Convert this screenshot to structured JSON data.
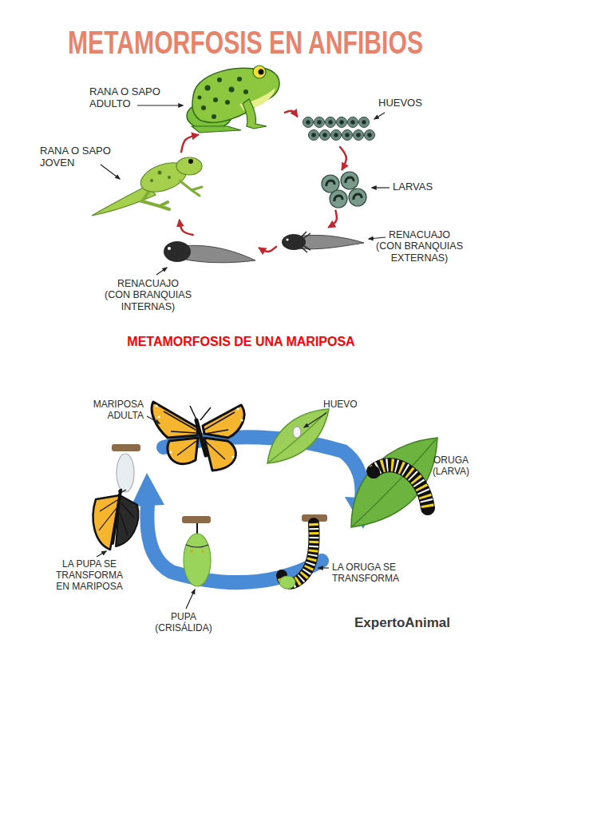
{
  "diagram": {
    "title": "METAMORFOSIS EN ANFIBIOS",
    "nodes": [
      {
        "text": [
          "RANA O SAPO ADULTO"
        ]
      },
      {
        "text": [
          "HUEVOS"
        ]
      },
      {
        "text": [
          "LARVAS"
        ]
      },
      {
        "text": [
          "RENACUAJO (CON BRANQUIAS EXTERNAS)"
        ]
      },
      {
        "text": [
          "RENACUAJO (CON BRANQUIAS INTERNAS)"
        ]
      },
      {
        "text": [
          "RANA O SAPO JOVEN"
        ]
      }
    ],
    "edges": [
      {
        "from": 0,
        "to": 1,
        "arrow": "to"
      },
      {
        "from": 1,
        "to": 2,
        "arrow": "to"
      },
      {
        "from": 2,
        "to": 3,
        "arrow": "to"
      },
      {
        "from": 3,
        "to": 4,
        "arrow": "to"
      },
      {
        "from": 4,
        "to": 5,
        "arrow": "to"
      },
      {
        "from": 5,
        "to": 0,
        "arrow": "to"
      }
    ],
    "labels": [
      "METAMORFOSIS DE UNA MARIPOSA",
      "MARIPOSA ADULTA",
      "HUEVO",
      "ORUGA (LARVA)",
      "LA ORUGA SE TRANSFORMA",
      "PUPA (CRISÁLIDA)",
      "LA PUPA SE TRANSFORMA EN MARIPOSA",
      "ExpertoAnimal"
    ]
  }
}
